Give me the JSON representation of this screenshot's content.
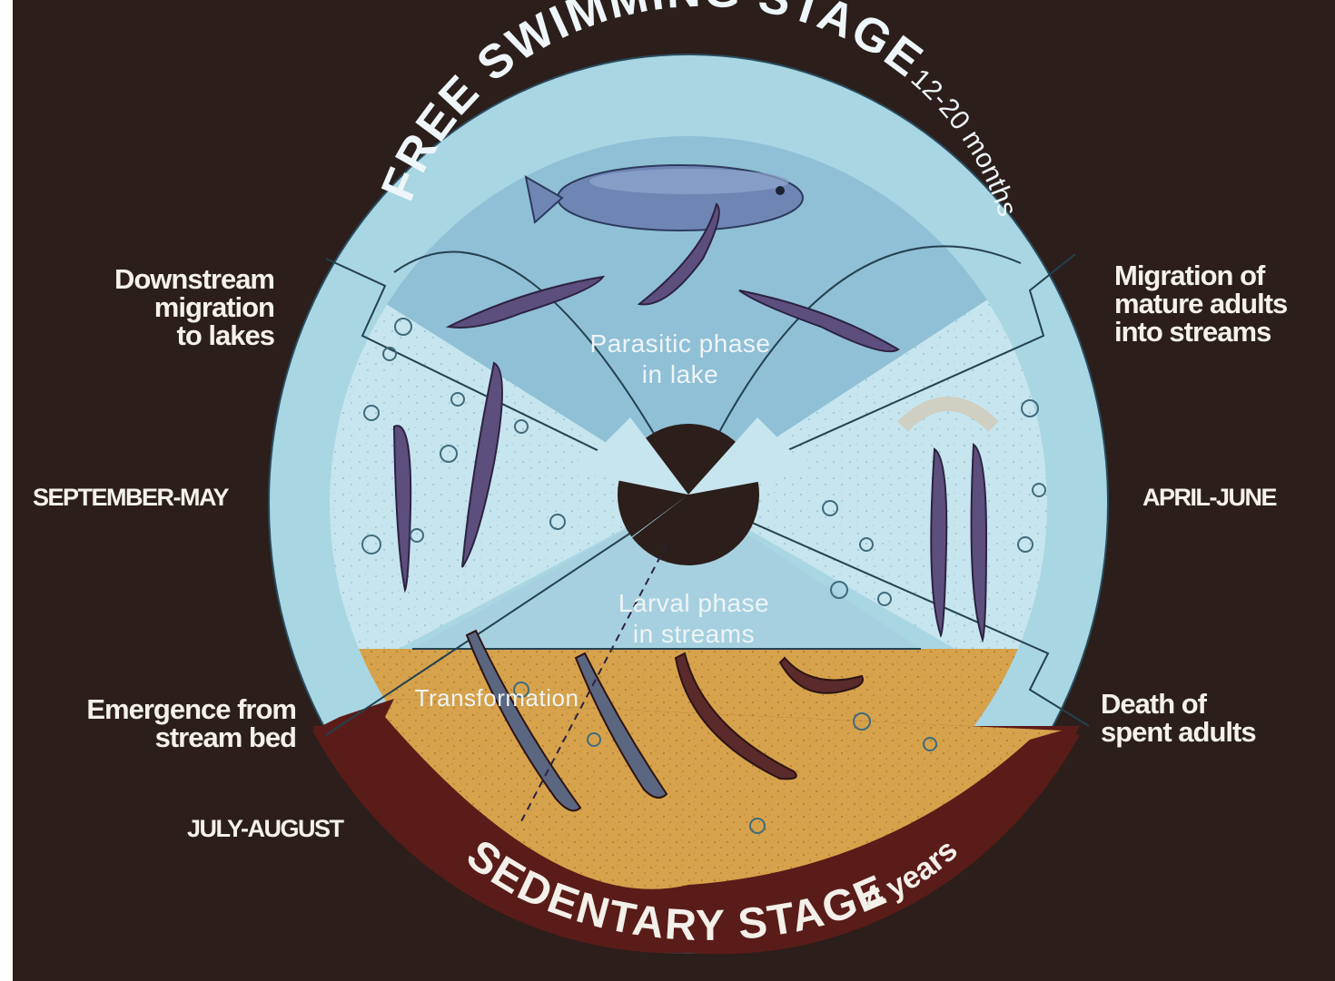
{
  "outer_ring": {
    "top_stage": "FREE SWIMMING STAGE",
    "top_duration": "12-20 months",
    "bottom_stage": "SEDENTARY STAGE",
    "bottom_duration": "4 years"
  },
  "inner_labels": {
    "parasitic": "Parasitic phase\nin lake",
    "larval": "Larval phase\nin streams",
    "transformation": "Transformation"
  },
  "side_labels": {
    "downstream": "Downstream\nmigration\nto lakes",
    "september_may": "SEPTEMBER-MAY",
    "emergence": "Emergence from\nstream bed",
    "july_august": "JULY-AUGUST",
    "migration": "Migration of\nmature adults\ninto streams",
    "april_june": "APRIL-JUNE",
    "death": "Death of\nspent adults"
  },
  "colors": {
    "background": "#2b1e1b",
    "outer_ring_light": "#a9d6e3",
    "lake_water": "#8fc0d6",
    "stream_water": "#c7e6ee",
    "sediment": "#d8a44c",
    "sedentary_band": "#5a1c18",
    "lamprey": "#5d4f7d",
    "larva": "#5b2a2a"
  }
}
